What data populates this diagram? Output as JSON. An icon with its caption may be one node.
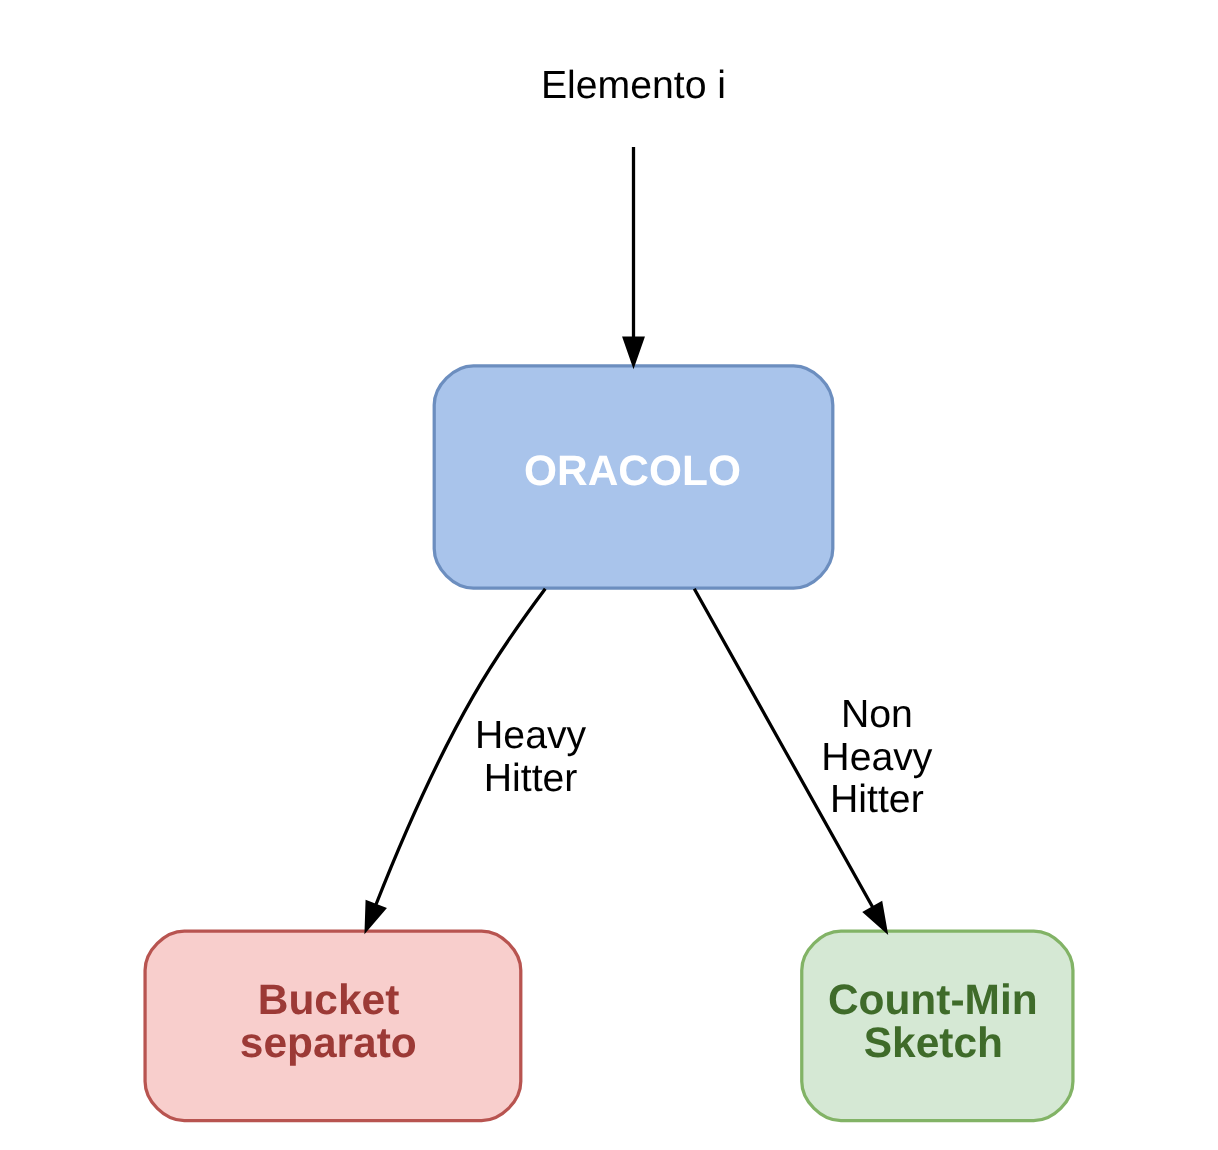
{
  "diagram": {
    "nodes": [
      {
        "text": [
          "Elemento i"
        ]
      },
      {
        "text": [
          "ORACOLO"
        ]
      },
      {
        "text": [
          "Bucket separato"
        ]
      },
      {
        "text": [
          "Count-Min Sketch"
        ]
      }
    ],
    "edges": [
      {
        "from": 0,
        "to": 1,
        "arrow": "to"
      },
      {
        "from": 1,
        "to": 2,
        "arrow": "to",
        "label": "Heavy Hitter"
      },
      {
        "from": 1,
        "to": 3,
        "arrow": "to",
        "label": "Non Heavy Hitter"
      }
    ]
  }
}
